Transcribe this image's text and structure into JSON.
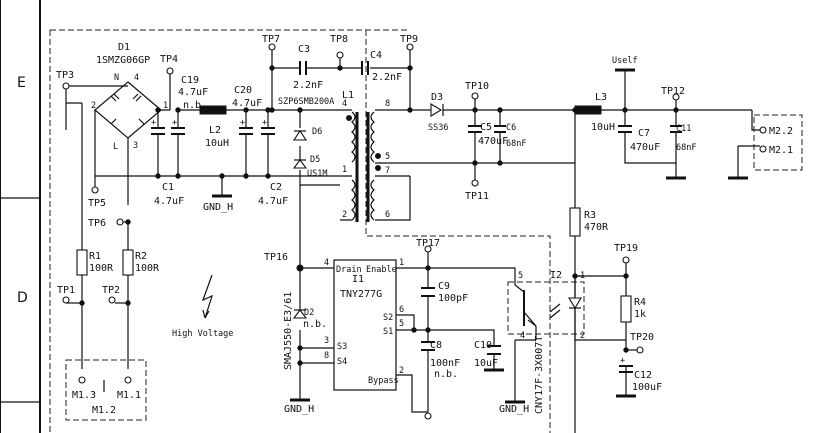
{
  "frame": {
    "row_e": "E",
    "row_d": "D"
  },
  "nodes": {
    "D1": {
      "ref": "D1",
      "part": "1SMZG06GP",
      "pin_n": "N",
      "pin_l": "L"
    },
    "TP1": "TP1",
    "TP2": "TP2",
    "TP3": "TP3",
    "TP4": "TP4",
    "TP5": "TP5",
    "TP6": "TP6",
    "TP7": "TP7",
    "TP8": "TP8",
    "TP9": "TP9",
    "TP10": "TP10",
    "TP11": "TP11",
    "TP12": "TP12",
    "TP16": "TP16",
    "TP17": "TP17",
    "TP19": "TP19",
    "TP20": "TP20",
    "C19": {
      "ref": "C19",
      "val": "4.7uF",
      "note": "n.b."
    },
    "C20": {
      "ref": "C20",
      "val": "4.7uF"
    },
    "C1": {
      "ref": "C1",
      "val": "4.7uF"
    },
    "C2": {
      "ref": "C2",
      "val": "4.7uF"
    },
    "L2": {
      "ref": "L2",
      "val": "10uH"
    },
    "C3": {
      "ref": "C3",
      "val": "2.2nF"
    },
    "C4": {
      "ref": "C4",
      "val": "2.2nF"
    },
    "D6": {
      "ref": "D6",
      "part": "SZP6SMB200A"
    },
    "D5": {
      "ref": "D5",
      "part": "US1M"
    },
    "L1": {
      "ref": "L1",
      "pin4": "4",
      "pin8": "8",
      "pin1": "1",
      "pin5": "5",
      "pin7": "7",
      "pin2": "2",
      "pin6": "6"
    },
    "D3": {
      "ref": "D3",
      "part": "SS36"
    },
    "C5": {
      "ref": "C5",
      "val": "470uF"
    },
    "C6": {
      "ref": "C6",
      "val": "68nF"
    },
    "L3": {
      "ref": "L3",
      "val": "10uH"
    },
    "C7": {
      "ref": "C7",
      "val": "470uF"
    },
    "C11": {
      "ref": "C11",
      "val": "68nF"
    },
    "uself": "Uself",
    "M2_2": "M2.2",
    "M2_1": "M2.1",
    "R1": {
      "ref": "R1",
      "val": "100R"
    },
    "R2": {
      "ref": "R2",
      "val": "100R"
    },
    "R3": {
      "ref": "R3",
      "val": "470R"
    },
    "R4": {
      "ref": "R4",
      "val": "1k"
    },
    "hv": "High Voltage",
    "D2": {
      "ref": "D2",
      "note": "n.b.",
      "part": "SMAJ550-E3/61"
    },
    "I1": {
      "ref": "I1",
      "part": "TNY277G",
      "drain": "Drain",
      "enable": "Enable",
      "s1": "S1",
      "s2": "S2",
      "s3": "S3",
      "s4": "S4",
      "bypass": "Bypass",
      "pin4": "4",
      "pin1": "1",
      "pin6": "6",
      "pin5": "5",
      "pin3": "3",
      "pin8": "8",
      "pin2": "2"
    },
    "C9": {
      "ref": "C9",
      "val": "100pF"
    },
    "C8": {
      "ref": "C8",
      "val": "100nF",
      "note": "n.b."
    },
    "C10": {
      "ref": "C10",
      "val": "10uF"
    },
    "I2": {
      "ref": "I2",
      "part": "CNY17F-3X007T",
      "pin5": "5",
      "pin4": "4",
      "pin1": "1",
      "pin2": "2"
    },
    "C12": {
      "ref": "C12",
      "val": "100uF"
    },
    "gnd": "GND_H",
    "M1_3": "M1.3",
    "M1_1": "M1.1",
    "M1_2": "M1.2",
    "pin1": "1",
    "pin2": "2",
    "pin3": "3",
    "pin4": "4"
  }
}
